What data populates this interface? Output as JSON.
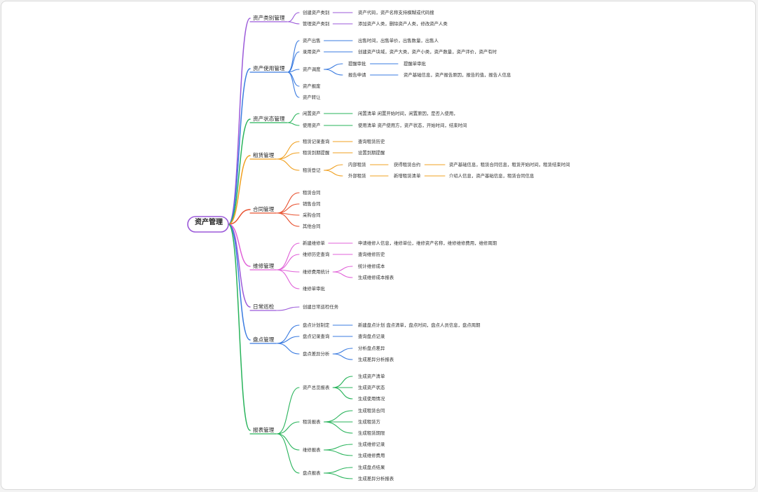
{
  "root": "资产管理",
  "colors": {
    "purple": "#9b59d9",
    "blue": "#3a7be0",
    "green": "#27b35a",
    "orange": "#f0a020",
    "red": "#e8502e",
    "pink": "#e060d8"
  },
  "branches": [
    {
      "label": "资产类别管理",
      "color": "purple",
      "children": [
        {
          "label": "创建资产类别",
          "children": [
            {
              "label": "资产代码，资产名称支持模糊或代码搜"
            }
          ]
        },
        {
          "label": "管理资产类别",
          "children": [
            {
              "label": "添加资产人类，删除资产人类，修改资产人类"
            }
          ]
        }
      ]
    },
    {
      "label": "资产使用管理",
      "color": "blue",
      "children": [
        {
          "label": "资产出售",
          "children": [
            {
              "label": "出售时间，出售单价，出售数量，出售人"
            }
          ]
        },
        {
          "label": "录用资产",
          "children": [
            {
              "label": "创建资产块域，资产大类，资产小类，资产数量，资产评价，资产有时"
            }
          ]
        },
        {
          "label": "资产调度",
          "children": [
            {
              "label": "提醒审批",
              "children": [
                {
                  "label": "提醒单审批"
                }
              ]
            },
            {
              "label": "报告申请",
              "children": [
                {
                  "label": "资产基础信息，资产报告原因，报告的值，报告人信息"
                }
              ]
            }
          ]
        },
        {
          "label": "资产报废"
        },
        {
          "label": "资产转让"
        }
      ]
    },
    {
      "label": "资产状态管理",
      "color": "green",
      "children": [
        {
          "label": "闲置资产",
          "children": [
            {
              "label": "闲置清单 闲置开始时间，闲置原因，是否入使用，"
            }
          ]
        },
        {
          "label": "使用资产",
          "children": [
            {
              "label": "使用清单 资产使用方，资产状态，开始时间，结束时间"
            }
          ]
        }
      ]
    },
    {
      "label": "租赁管理",
      "color": "orange",
      "children": [
        {
          "label": "租赁记录查询",
          "children": [
            {
              "label": "查询租赁历史"
            }
          ]
        },
        {
          "label": "租赁到期提醒",
          "children": [
            {
              "label": "设置到期提醒"
            }
          ]
        },
        {
          "label": "租赁登记",
          "children": [
            {
              "label": "内部租赁",
              "children": [
                {
                  "label": "获得租赁合约",
                  "children": [
                    {
                      "label": "资产基础信息，租赁合同信息，租赁开始时间，租赁结束时间"
                    }
                  ]
                }
              ]
            },
            {
              "label": "外部租赁",
              "children": [
                {
                  "label": "新增租赁清单",
                  "children": [
                    {
                      "label": "介绍人信息，资产基础信息，租赁合同信息"
                    }
                  ]
                }
              ]
            }
          ]
        }
      ]
    },
    {
      "label": "合同管理",
      "color": "red",
      "children": [
        {
          "label": "租赁合同"
        },
        {
          "label": "销售合同"
        },
        {
          "label": "采购合同"
        },
        {
          "label": "其他合同"
        }
      ]
    },
    {
      "label": "维修管理",
      "color": "pink",
      "children": [
        {
          "label": "新建维修单",
          "children": [
            {
              "label": "申请维修人信息，维修单位，维修资产名称，维修维修费用，维修周期"
            }
          ]
        },
        {
          "label": "维修历史查询",
          "children": [
            {
              "label": "查询维修历史"
            }
          ]
        },
        {
          "label": "维修费用统计",
          "children": [
            {
              "label": "统计维修成本"
            },
            {
              "label": "生成维修成本报表"
            }
          ]
        },
        {
          "label": "维修单审批"
        }
      ]
    },
    {
      "label": "日常巡检",
      "color": "purple",
      "children": [
        {
          "label": "创建日常巡检任务"
        }
      ]
    },
    {
      "label": "盘点管理",
      "color": "blue",
      "children": [
        {
          "label": "盘点计划制定",
          "children": [
            {
              "label": "新建盘点计划 盘点清单，盘点时间，盘点人员信息，盘点周期"
            }
          ]
        },
        {
          "label": "盘点记录查询",
          "children": [
            {
              "label": "查询盘点记录"
            }
          ]
        },
        {
          "label": "盘点差异分析",
          "children": [
            {
              "label": "分析盘点差异"
            },
            {
              "label": "生成差异分析报表"
            }
          ]
        }
      ]
    },
    {
      "label": "报表管理",
      "color": "green",
      "children": [
        {
          "label": "资产总览报表",
          "children": [
            {
              "label": "生成资产清单"
            },
            {
              "label": "生成资产状态"
            },
            {
              "label": "生成使用情况"
            }
          ]
        },
        {
          "label": "租赁报表",
          "children": [
            {
              "label": "生成租赁合同"
            },
            {
              "label": "生成租赁方"
            },
            {
              "label": "生成租赁期限"
            }
          ]
        },
        {
          "label": "维修报表",
          "children": [
            {
              "label": "生成维修记录"
            },
            {
              "label": "生成维修费用"
            }
          ]
        },
        {
          "label": "盘点报表",
          "children": [
            {
              "label": "生成盘点结果"
            },
            {
              "label": "生成差异分析报表"
            }
          ]
        }
      ]
    }
  ]
}
